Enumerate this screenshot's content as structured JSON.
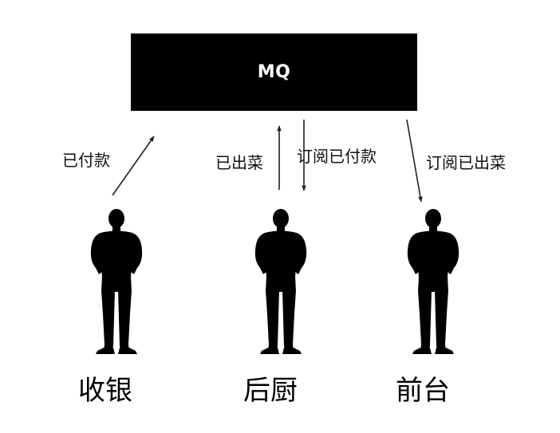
{
  "mq": {
    "label": "MQ"
  },
  "flows": {
    "paid": "已付款",
    "served": "已出菜",
    "subscribe_paid": "订阅已付款",
    "subscribe_served": "订阅已出菜"
  },
  "roles": {
    "cashier": "收银",
    "kitchen": "后厨",
    "front_desk": "前台"
  },
  "colors": {
    "box": "#000000",
    "box_text": "#ffffff",
    "figure": "#000000",
    "arrow": "#222222"
  }
}
